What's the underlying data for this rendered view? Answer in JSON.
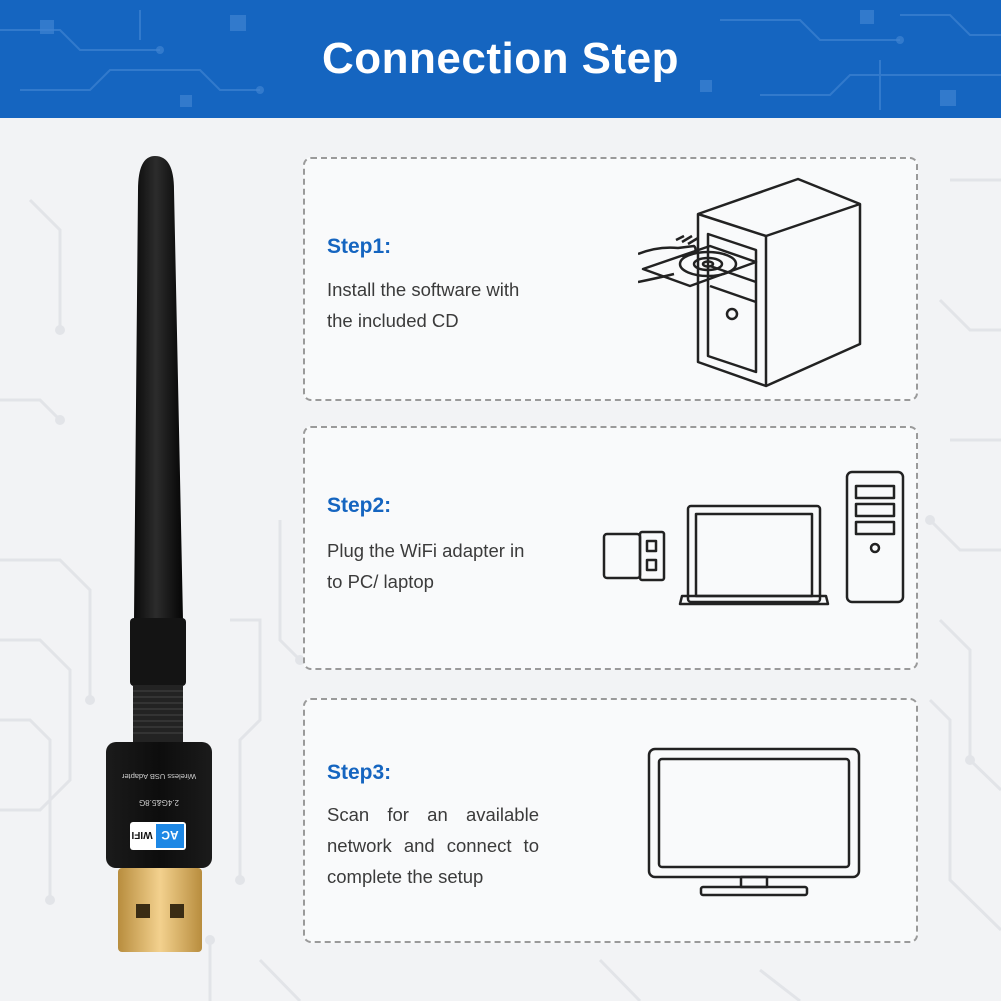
{
  "header": {
    "title": "Connection Step"
  },
  "adapter": {
    "label_line1": "Wireless USB Adapter",
    "label_line2": "2.4G&5.8G",
    "badge_top": "WIFI",
    "badge_bottom": "AC"
  },
  "steps": [
    {
      "title": "Step1:",
      "description": "Install the software with the included CD",
      "illustration": "pc-tower-cd-icon"
    },
    {
      "title": "Step2:",
      "description": "Plug the WiFi adapter in to PC/ laptop",
      "illustration": "usb-laptop-desktop-icon"
    },
    {
      "title": "Step3:",
      "description": "Scan for an available network and connect to complete the setup",
      "illustration": "monitor-icon"
    }
  ],
  "colors": {
    "header_blue": "#1565c0",
    "step_title_blue": "#1565c0",
    "background": "#f2f3f5"
  }
}
